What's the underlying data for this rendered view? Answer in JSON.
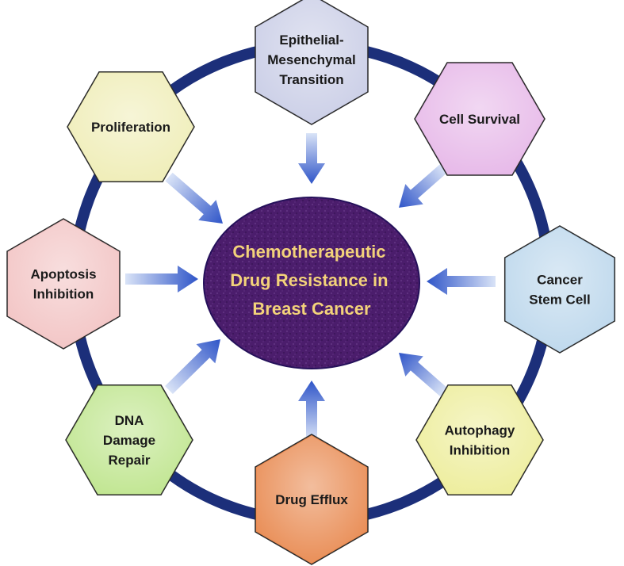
{
  "center": {
    "lines": [
      "Chemotherapeutic",
      "Drug Resistance in",
      "Breast Cancer"
    ],
    "text_color": "#f3d27a",
    "fill_color": "#4a1d6b"
  },
  "ring_color": "#1c2f7a",
  "arrow_color": "#2f55c8",
  "nodes": [
    {
      "id": "emt",
      "lines": [
        "Epithelial-",
        "Mesenchymal",
        "Transition"
      ],
      "color": "#c9cde6"
    },
    {
      "id": "cell-survival",
      "lines": [
        "Cell Survival"
      ],
      "color": "#e6b7e8"
    },
    {
      "id": "cancer-stem-cell",
      "lines": [
        "Cancer",
        "Stem Cell"
      ],
      "color": "#bcd7ec"
    },
    {
      "id": "autophagy-inhibition",
      "lines": [
        "Autophagy",
        "Inhibition"
      ],
      "color": "#eded9a"
    },
    {
      "id": "drug-efflux",
      "lines": [
        "Drug Efflux"
      ],
      "color": "#e8884e"
    },
    {
      "id": "dna-damage-repair",
      "lines": [
        "DNA",
        "Damage",
        "Repair"
      ],
      "color": "#bfe58e"
    },
    {
      "id": "apoptosis-inhibition",
      "lines": [
        "Apoptosis",
        "Inhibition"
      ],
      "color": "#f2c3c3"
    },
    {
      "id": "proliferation",
      "lines": [
        "Proliferation"
      ],
      "color": "#efedb6"
    }
  ]
}
